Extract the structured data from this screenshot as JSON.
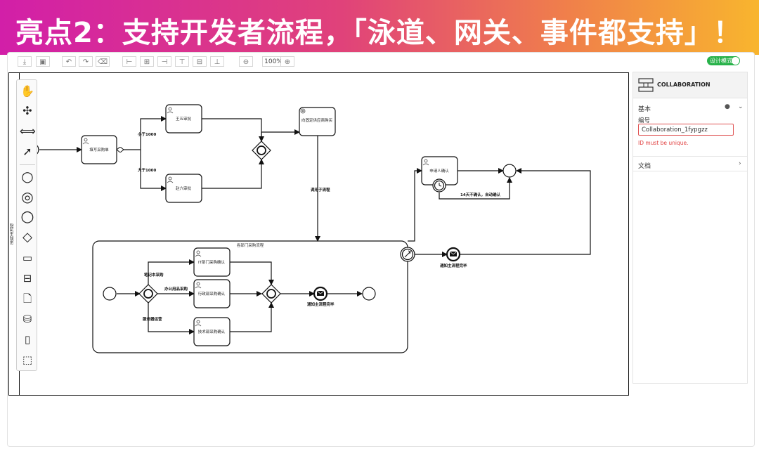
{
  "banner": {
    "title": "亮点2：支持开发者流程，「泳道、网关、事件都支持」！"
  },
  "toolbar": {
    "zoom": "100%",
    "mode_label": "设计模式"
  },
  "pool": {
    "label": "采购主流程"
  },
  "panel": {
    "element_type": "COLLABORATION",
    "section_basic": "基本",
    "field_label": "编号",
    "field_value": "Collaboration_1fypgzz",
    "error": "ID must be unique.",
    "section_docs": "文档"
  },
  "diagram": {
    "tasks": {
      "fill_form": "填写采购单",
      "wang_approve": "王五审批",
      "zhao_approve": "赵六审批",
      "vendor_buy": "向固定供应商购买",
      "applicant_confirm": "申请人确认",
      "it_confirm": "IT部门采购确认",
      "admin_confirm": "行政部采购确认",
      "tech_confirm": "技术部采购确认"
    },
    "flows": {
      "lt1000": "小于1000",
      "gt1000": "大于1000",
      "call_sub": "调用子流程",
      "auto_confirm": "14天不确认，自动确认",
      "notebook": "笔记本采购",
      "office": "办公用品采购",
      "server": "服务器运营"
    },
    "subprocess": {
      "title": "各部门采购流程"
    },
    "events": {
      "notify_inner": "通知主流程完毕",
      "notify_outer": "通知主流程完毕"
    }
  }
}
